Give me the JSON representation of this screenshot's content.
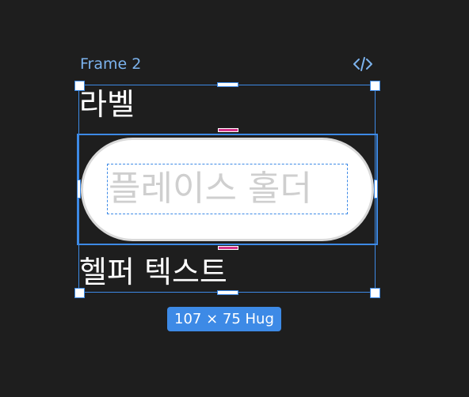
{
  "frame": {
    "name": "Frame 2",
    "code_icon": "code-brackets-icon"
  },
  "content": {
    "label": "라벨",
    "placeholder": "플레이스 홀더",
    "helper": "헬퍼 텍스트"
  },
  "selection": {
    "dimensions": "107 × 75 Hug"
  },
  "colors": {
    "canvas_background": "#1e1e1e",
    "selection_blue": "#3d8ae6",
    "frame_name": "#7cb3ee",
    "spacing_marker": "#d6338a",
    "pill_border": "#d9d9d9",
    "placeholder_text": "#cfcfcf"
  }
}
